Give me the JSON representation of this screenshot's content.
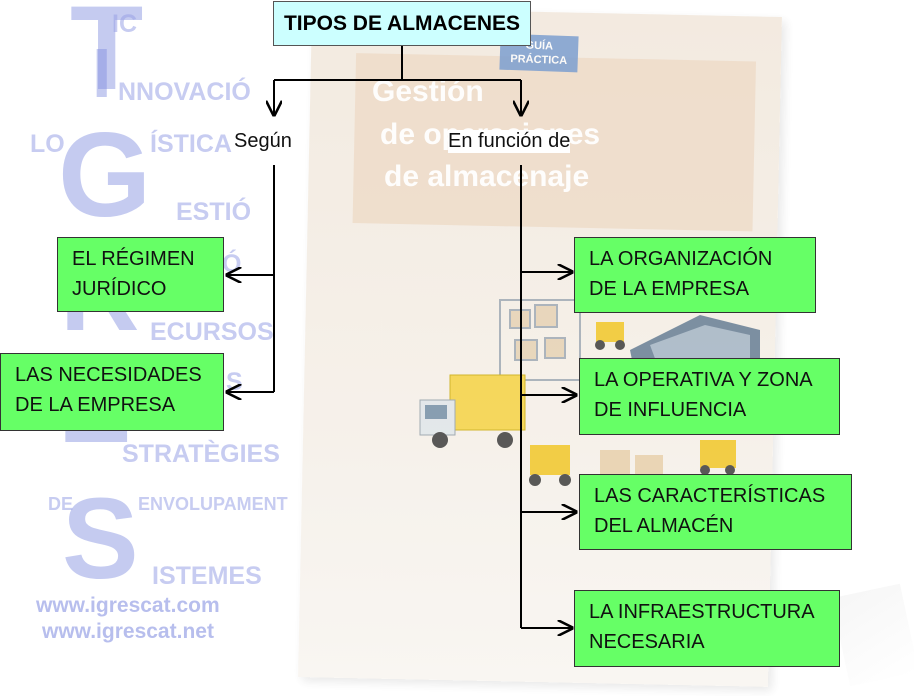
{
  "diagram": {
    "title": "TIPOS DE ALMACENES",
    "branches": [
      {
        "label": "Según",
        "items": [
          "EL RÉGIMEN JURÍDICO",
          "LAS NECESIDADES DE LA EMPRESA"
        ]
      },
      {
        "label": "En función de",
        "items": [
          "LA ORGANIZACIÓN DE LA EMPRESA",
          "LA OPERATIVA Y ZONA DE INFLUENCIA",
          "LAS CARACTERÍSTICAS DEL ALMACÉN",
          "LA INFRAESTRUCTURA NECESARIA"
        ]
      }
    ]
  },
  "watermark": {
    "big_letters": [
      "T",
      "I",
      "G",
      "I",
      "R",
      "E",
      "S"
    ],
    "words": [
      "IC",
      "NNOVACIÓ",
      "LO",
      "ÍSTICA",
      "ESTIÓ",
      "Ó",
      "ECURSOS",
      "S",
      "STRATÈGIES",
      "DE",
      "ENVOLUPAMENT",
      "ISTEMES"
    ],
    "urls": [
      "www.igrescat.com",
      "www.igrescat.net"
    ]
  },
  "background_book": {
    "tag": "GUÍA PRÁCTICA",
    "title_lines": [
      "Gestión",
      "de operaciones",
      "de almacenaje"
    ]
  },
  "colors": {
    "title_fill": "#ccffff",
    "item_fill": "#66ff66",
    "watermark": "#7f8de0"
  }
}
